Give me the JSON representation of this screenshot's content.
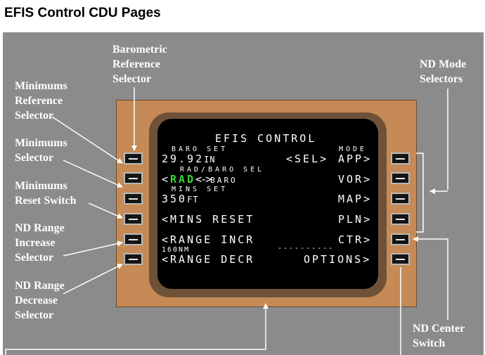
{
  "page_title": "EFIS Control CDU Pages",
  "callouts": {
    "baro_ref_selector": [
      "Barometric",
      "Reference",
      "Selector"
    ],
    "mins_ref_selector": [
      "Minimums",
      "Reference",
      "Selector"
    ],
    "mins_selector": [
      "Minimums",
      "Selector"
    ],
    "mins_reset_switch": [
      "Minimums",
      "Reset Switch"
    ],
    "nd_range_increase": [
      "ND Range",
      "Increase",
      "Selector"
    ],
    "nd_range_decrease": [
      "ND Range",
      "Decrease",
      "Selector"
    ],
    "nd_mode_selectors": [
      "ND Mode",
      "Selectors"
    ],
    "nd_center_switch": [
      "ND Center",
      "Switch"
    ]
  },
  "screen": {
    "title": "EFIS CONTROL",
    "baro_set_label": "BARO SET",
    "baro_value": "29.92",
    "baro_unit": "IN",
    "sel_prompt": "<SEL>",
    "mode_label": "MODE",
    "mode_app": "APP>",
    "rad_baro_sel_label": "RAD/BARO SEL",
    "rad_prefix": "<",
    "rad_value": "RAD",
    "rad_arrow": "<->",
    "baro_option": "BARO",
    "mode_vor": "VOR>",
    "mins_set_label": "MINS SET",
    "mins_value": "350",
    "mins_unit": "FT",
    "mode_map": "MAP>",
    "mins_reset": "<MINS RESET",
    "mode_pln": "PLN>",
    "range_incr": "<RANGE INCR",
    "mode_ctr": "CTR>",
    "range_value": "160NM",
    "dashes": "----------",
    "range_decr": "<RANGE DECR",
    "options": "OPTIONS>"
  },
  "colors": {
    "panel": "#8b8b8b",
    "cdu_body": "#c58a55",
    "screen": "#000000",
    "active_green": "#3bd63b"
  }
}
